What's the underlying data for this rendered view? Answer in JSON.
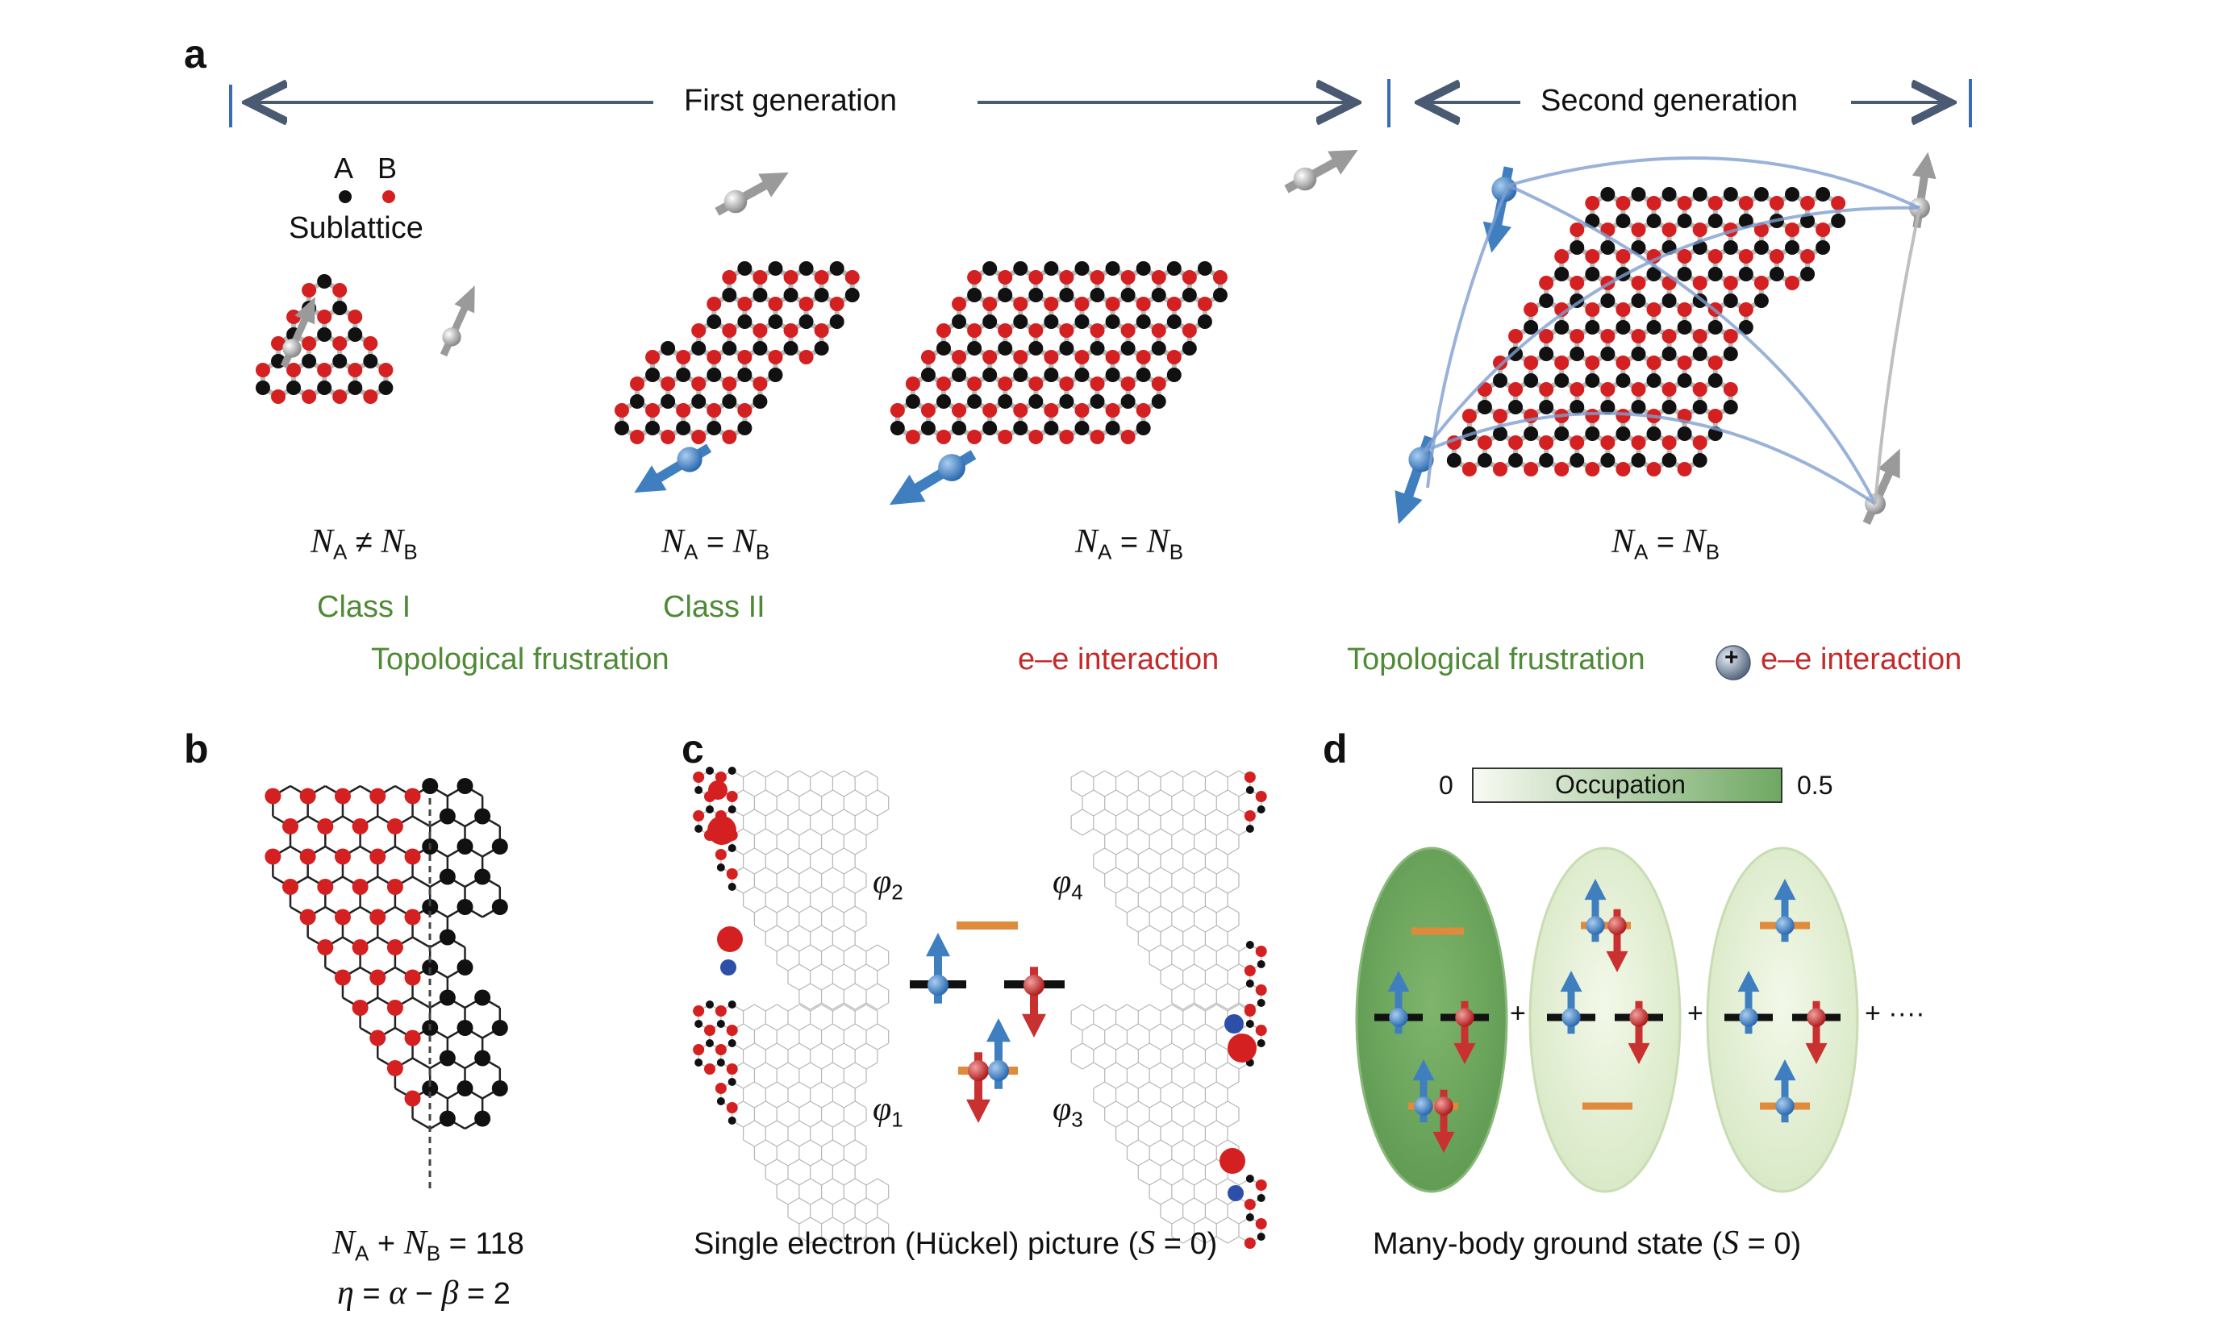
{
  "panels": {
    "a": "a",
    "b": "b",
    "c": "c",
    "d": "d"
  },
  "header": {
    "first_generation": "First generation",
    "second_generation": "Second generation"
  },
  "legend": {
    "label_a": "A",
    "label_b": "B",
    "sublattice": "Sublattice",
    "color_a": "#111111",
    "color_b": "#d42020"
  },
  "equations": {
    "n_a": "N",
    "sub_a": "A",
    "n_b": "N",
    "sub_b": "B",
    "neq": "≠",
    "eq": "=",
    "plus": "+",
    "sum_value": "= 118",
    "eta": "η",
    "alpha": "α",
    "minus": "−",
    "beta": "β",
    "eta_value": "= 2",
    "eta_eq": "="
  },
  "labels": {
    "class_i": "Class I",
    "class_ii": "Class II",
    "topological_frustration": "Topological frustration",
    "ee_interaction": "e–e interaction",
    "plus_symbol": "+"
  },
  "panel_c": {
    "caption_prefix": "Single electron (Hückel) picture (",
    "caption_var": "S",
    "caption_suffix": " = 0)",
    "phi": "φ",
    "phi2": "2",
    "phi4": "4",
    "phi1": "1",
    "phi3": "3"
  },
  "panel_d": {
    "cbar_min": "0",
    "cbar_label": "Occupation",
    "cbar_max": "0.5",
    "cbar_min_color": "#f8faf3",
    "cbar_max_color": "#6fa862",
    "plus": "+",
    "ellipsis": "+ ····",
    "caption_prefix": "Many-body ground state (",
    "caption_var": "S",
    "caption_suffix": " = 0)"
  },
  "colors": {
    "spin_up": "#3f7fc0",
    "spin_down": "#c93030",
    "level": "#111111",
    "orange_level": "#e08a3c",
    "arrow_line": "#4a5a72",
    "bracket": "#3b6bb0"
  }
}
